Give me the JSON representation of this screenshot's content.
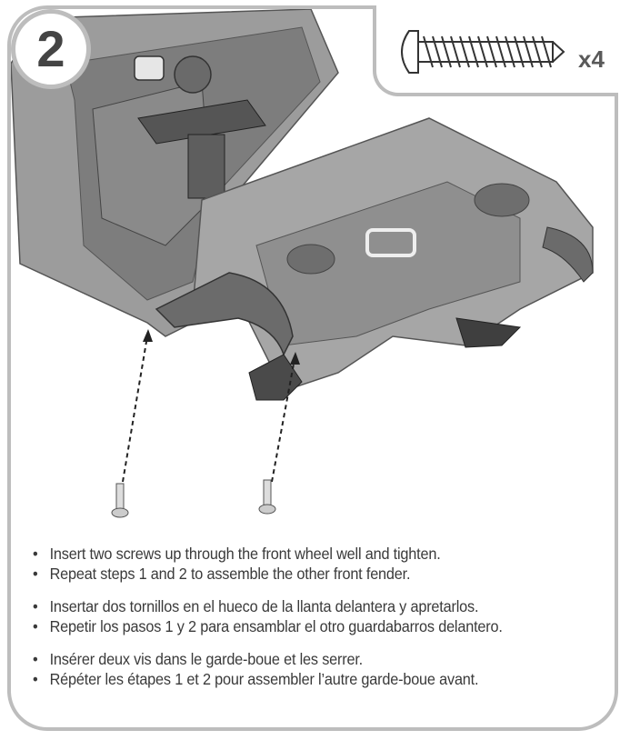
{
  "step": {
    "number": "2"
  },
  "parts": {
    "icon": "screw-icon",
    "quantity": "x4"
  },
  "instructions": {
    "english": [
      "Insert two screws up through the front wheel well and tighten.",
      "Repeat steps 1 and 2 to assemble the other front fender."
    ],
    "spanish": [
      "Insertar dos tornillos en el hueco de la llanta delantera y apretarlos.",
      "Repetir los pasos 1 y 2 para ensamblar el otro guardabarros delantero."
    ],
    "french": [
      "Insérer deux vis dans le garde-boue et les serrer.",
      "Répéter les étapes 1 et 2 pour assembler l’autre garde-boue avant."
    ]
  },
  "colors": {
    "frame": "#bdbdbd",
    "body": "#9a9a9a",
    "text": "#3a3a3a"
  }
}
